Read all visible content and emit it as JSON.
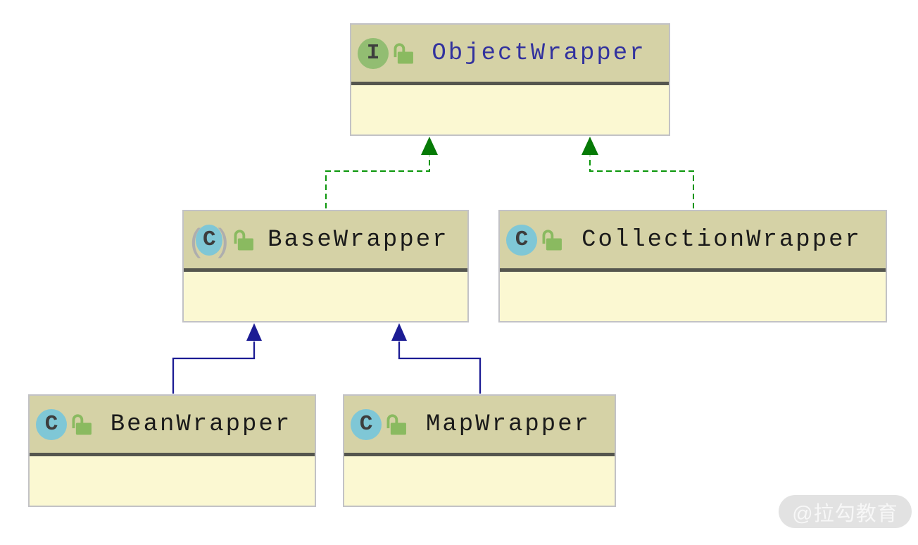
{
  "diagram": {
    "type": "uml-class-diagram",
    "nodes": [
      {
        "id": "object-wrapper",
        "label": "ObjectWrapper",
        "kind": "interface",
        "icon": "interface-icon",
        "icon_letter": "I",
        "visibility": "public-unlocked"
      },
      {
        "id": "base-wrapper",
        "label": "BaseWrapper",
        "kind": "abstract-class",
        "icon": "abstract-class-icon",
        "icon_letter": "C",
        "abstract_paren_left": "(",
        "abstract_paren_right": ")",
        "visibility": "public-unlocked"
      },
      {
        "id": "collection-wrapper",
        "label": "CollectionWrapper",
        "kind": "class",
        "icon": "class-icon",
        "icon_letter": "C",
        "visibility": "public-unlocked"
      },
      {
        "id": "bean-wrapper",
        "label": "BeanWrapper",
        "kind": "class",
        "icon": "class-icon",
        "icon_letter": "C",
        "visibility": "public-unlocked"
      },
      {
        "id": "map-wrapper",
        "label": "MapWrapper",
        "kind": "class",
        "icon": "class-icon",
        "icon_letter": "C",
        "visibility": "public-unlocked"
      }
    ],
    "edges": [
      {
        "from": "BaseWrapper",
        "to": "ObjectWrapper",
        "type": "implements",
        "style": "dashed",
        "color": "#0a960a"
      },
      {
        "from": "CollectionWrapper",
        "to": "ObjectWrapper",
        "type": "implements",
        "style": "dashed",
        "color": "#0a960a"
      },
      {
        "from": "BeanWrapper",
        "to": "BaseWrapper",
        "type": "extends",
        "style": "solid",
        "color": "#1c1c94"
      },
      {
        "from": "MapWrapper",
        "to": "BaseWrapper",
        "type": "extends",
        "style": "solid",
        "color": "#1c1c94"
      }
    ]
  },
  "colors": {
    "canvas_bg": "#ffffff",
    "node_header_bg": "#d5d2a6",
    "node_body_bg": "#fbf8d2",
    "node_separator": "#55564e",
    "node_border": "#c2c2c6",
    "interface_title": "#32329e",
    "class_title": "#1a1a1a",
    "interface_icon_bg": "#92bd72",
    "class_icon_bg": "#7fc7d6",
    "icon_letter_color": "#3d3d3d",
    "lock_green": "#8aba60",
    "implements_edge": "#0a960a",
    "extends_edge": "#1c1c94",
    "watermark_bg": "#e2e2e2",
    "watermark_text_color": "#f7f7f7"
  },
  "watermark": {
    "text": "@拉勾教育"
  }
}
